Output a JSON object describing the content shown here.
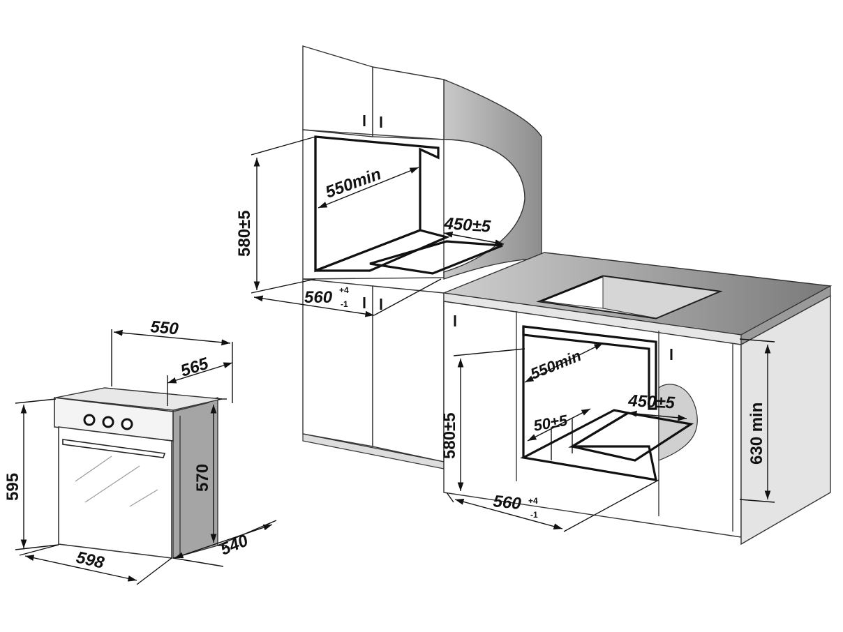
{
  "diagram": {
    "colors": {
      "line": "#111111",
      "shade": "#9a9a9a",
      "shade_light": "#d4d4d4",
      "background": "#ffffff"
    },
    "oven_dimensions": {
      "width_top": "550",
      "depth_top": "565",
      "height": "595",
      "body_height": "570",
      "width_front": "598",
      "depth_side": "540"
    },
    "tall_cabinet_install": {
      "depth": "550min",
      "height": "580±5",
      "rear_opening": "450±5",
      "width_main": "560",
      "width_sup_top": "+4",
      "width_sup_bottom": "-1"
    },
    "under_counter_install": {
      "depth": "550min",
      "height": "580±5",
      "gap": "50±5",
      "rear_opening": "450±5",
      "total_height": "630 min",
      "width_main": "560",
      "width_sup_top": "+4",
      "width_sup_bottom": "-1"
    }
  }
}
